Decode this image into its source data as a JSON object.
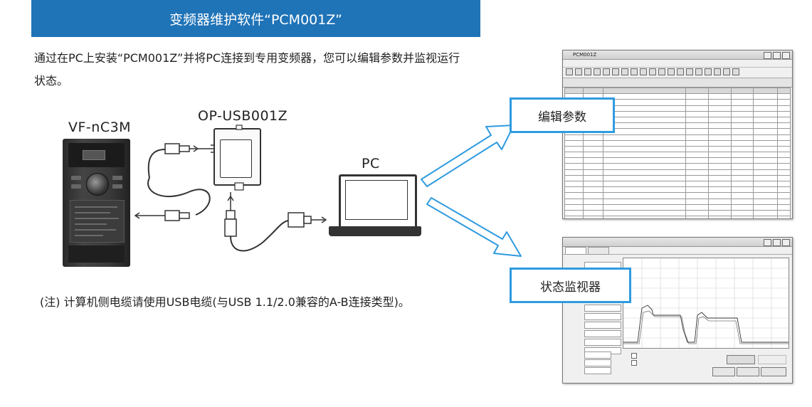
{
  "banner": {
    "title": "变频器维护软件“PCM001Z”"
  },
  "intro": {
    "text": "通过在PC上安装“PCM001Z”并将PC连接到专用变频器，您可以编辑参数并监视运行状态。"
  },
  "diagram": {
    "inverter_label": "VF-nC3M",
    "usb_label": "OP-USB001Z",
    "pc_label": "PC"
  },
  "callouts": {
    "edit_params": "编辑参数",
    "status_monitor": "状态监视器"
  },
  "note": {
    "text": "(注) 计算机侧电缆请使用USB电缆(与USB 1.1/2.0兼容的A-B连接类型)。"
  },
  "colors": {
    "banner": "#1f73b7",
    "callout_border": "#2f9be0",
    "arrow_stroke": "#2f9be0"
  },
  "icons": {
    "arrow": "arrow-icon",
    "cable": "cable-icon"
  }
}
